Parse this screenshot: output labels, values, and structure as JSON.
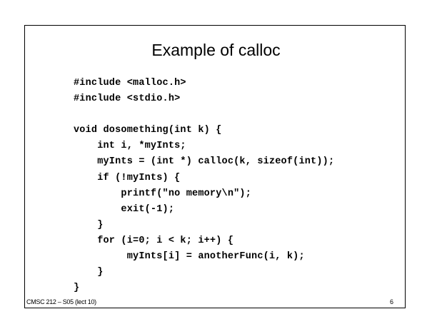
{
  "slide": {
    "title": "Example of calloc",
    "code_lines": [
      "#include <malloc.h>",
      "#include <stdio.h>",
      "",
      "void dosomething(int k) {",
      "    int i, *myInts;",
      "    myInts = (int *) calloc(k, sizeof(int));",
      "    if (!myInts) {",
      "        printf(\"no memory\\n\");",
      "        exit(-1);",
      "    }",
      "    for (i=0; i < k; i++) {",
      "         myInts[i] = anotherFunc(i, k);",
      "    }",
      "}"
    ],
    "footer_left": "CMSC 212 – S05 (lect 10)",
    "page_number": "6"
  }
}
